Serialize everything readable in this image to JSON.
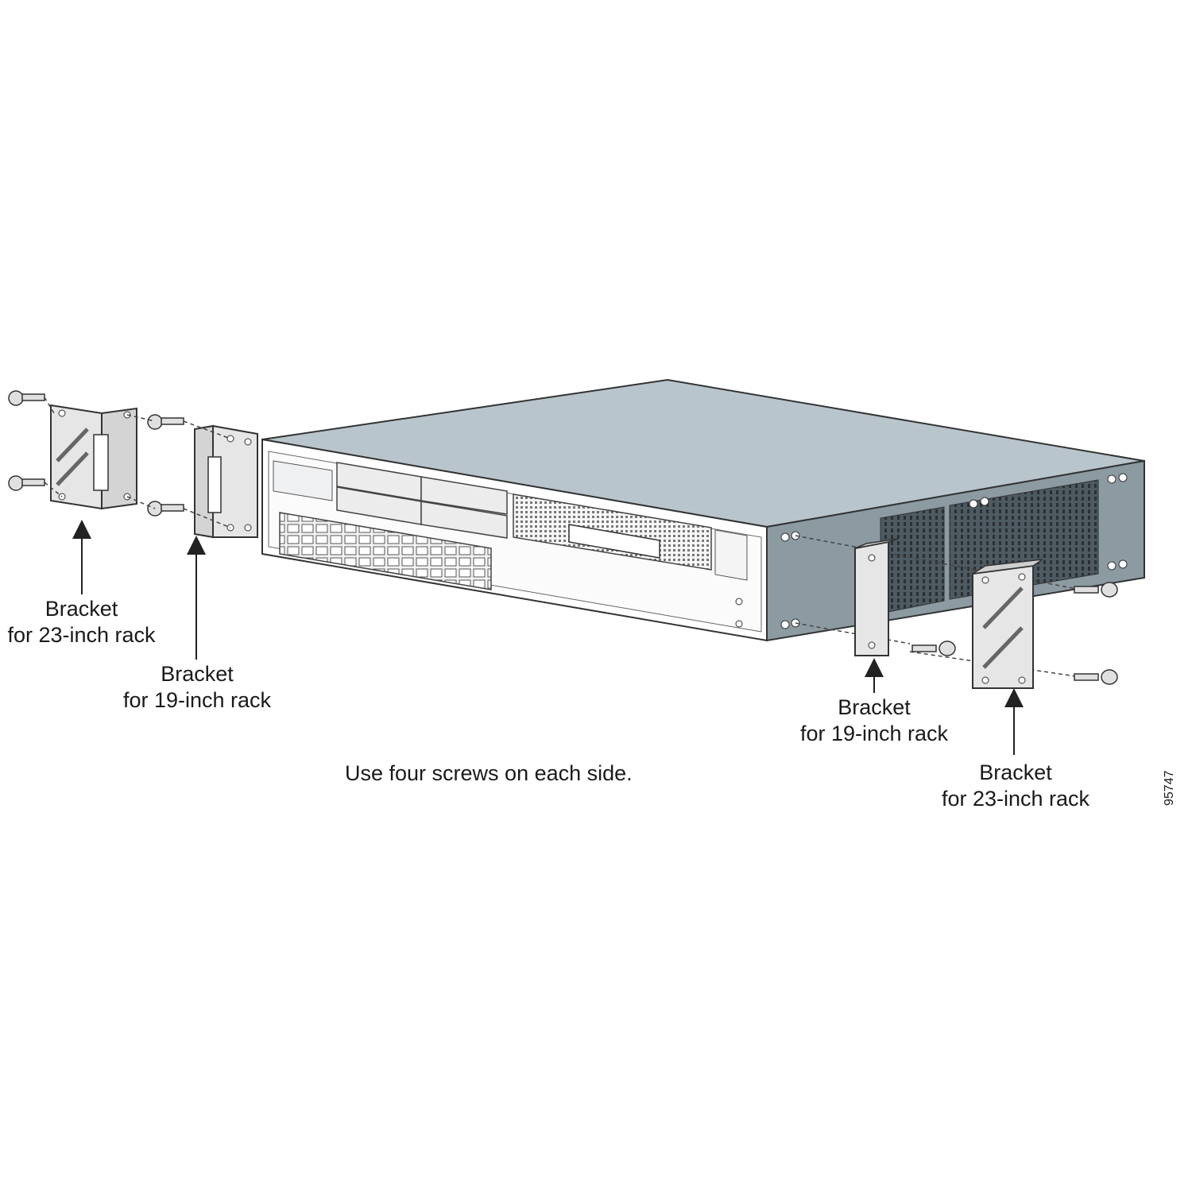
{
  "labels": {
    "left_outer": {
      "line1": "Bracket",
      "line2": "for 23-inch rack"
    },
    "left_inner": {
      "line1": "Bracket",
      "line2": "for 19-inch rack"
    },
    "right_inner": {
      "line1": "Bracket",
      "line2": "for 19-inch rack"
    },
    "right_outer": {
      "line1": "Bracket",
      "line2": "for 23-inch rack"
    }
  },
  "note": "Use four screws on each side.",
  "figure_id": "95747",
  "colors": {
    "chassis_top": "#b9c5cc",
    "chassis_side": "#8c9aa2",
    "chassis_front": "#ffffff",
    "bracket": "#e6e6e6",
    "line": "#333333"
  }
}
